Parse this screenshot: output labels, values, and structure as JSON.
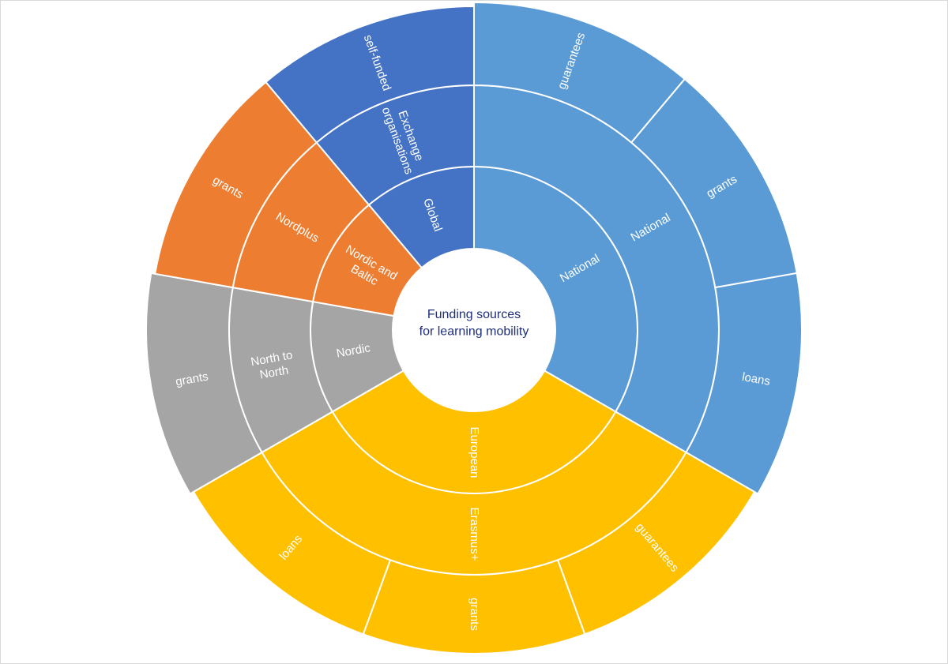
{
  "chart_data": {
    "type": "sunburst",
    "title": "Funding sources for learning mobility",
    "colors": {
      "National": "#5b9bd5",
      "European": "#ffc000",
      "Nordic": "#a5a5a5",
      "Nordic and Baltic": "#ed7d31",
      "Global": "#4472c4"
    },
    "nodes": [
      {
        "name": "National",
        "value": 3,
        "children": [
          {
            "name": "National",
            "value": 3,
            "children": [
              {
                "name": "guarantees",
                "value": 1
              },
              {
                "name": "grants",
                "value": 1
              },
              {
                "name": "loans",
                "value": 1
              }
            ]
          }
        ]
      },
      {
        "name": "European",
        "value": 3,
        "children": [
          {
            "name": "Erasmus+",
            "value": 3,
            "children": [
              {
                "name": "guarantees",
                "value": 1
              },
              {
                "name": "grants",
                "value": 1
              },
              {
                "name": "loans",
                "value": 1
              }
            ]
          }
        ]
      },
      {
        "name": "Nordic",
        "value": 1,
        "children": [
          {
            "name": "North to North",
            "value": 1,
            "children": [
              {
                "name": "grants",
                "value": 1
              }
            ]
          }
        ]
      },
      {
        "name": "Nordic and Baltic",
        "value": 1,
        "children": [
          {
            "name": "Nordplus",
            "value": 1,
            "children": [
              {
                "name": "grants",
                "value": 1
              }
            ]
          }
        ]
      },
      {
        "name": "Global",
        "value": 1,
        "children": [
          {
            "name": "Exchange organisations",
            "value": 1,
            "children": [
              {
                "name": "self-funded",
                "value": 1
              }
            ]
          }
        ]
      }
    ]
  }
}
